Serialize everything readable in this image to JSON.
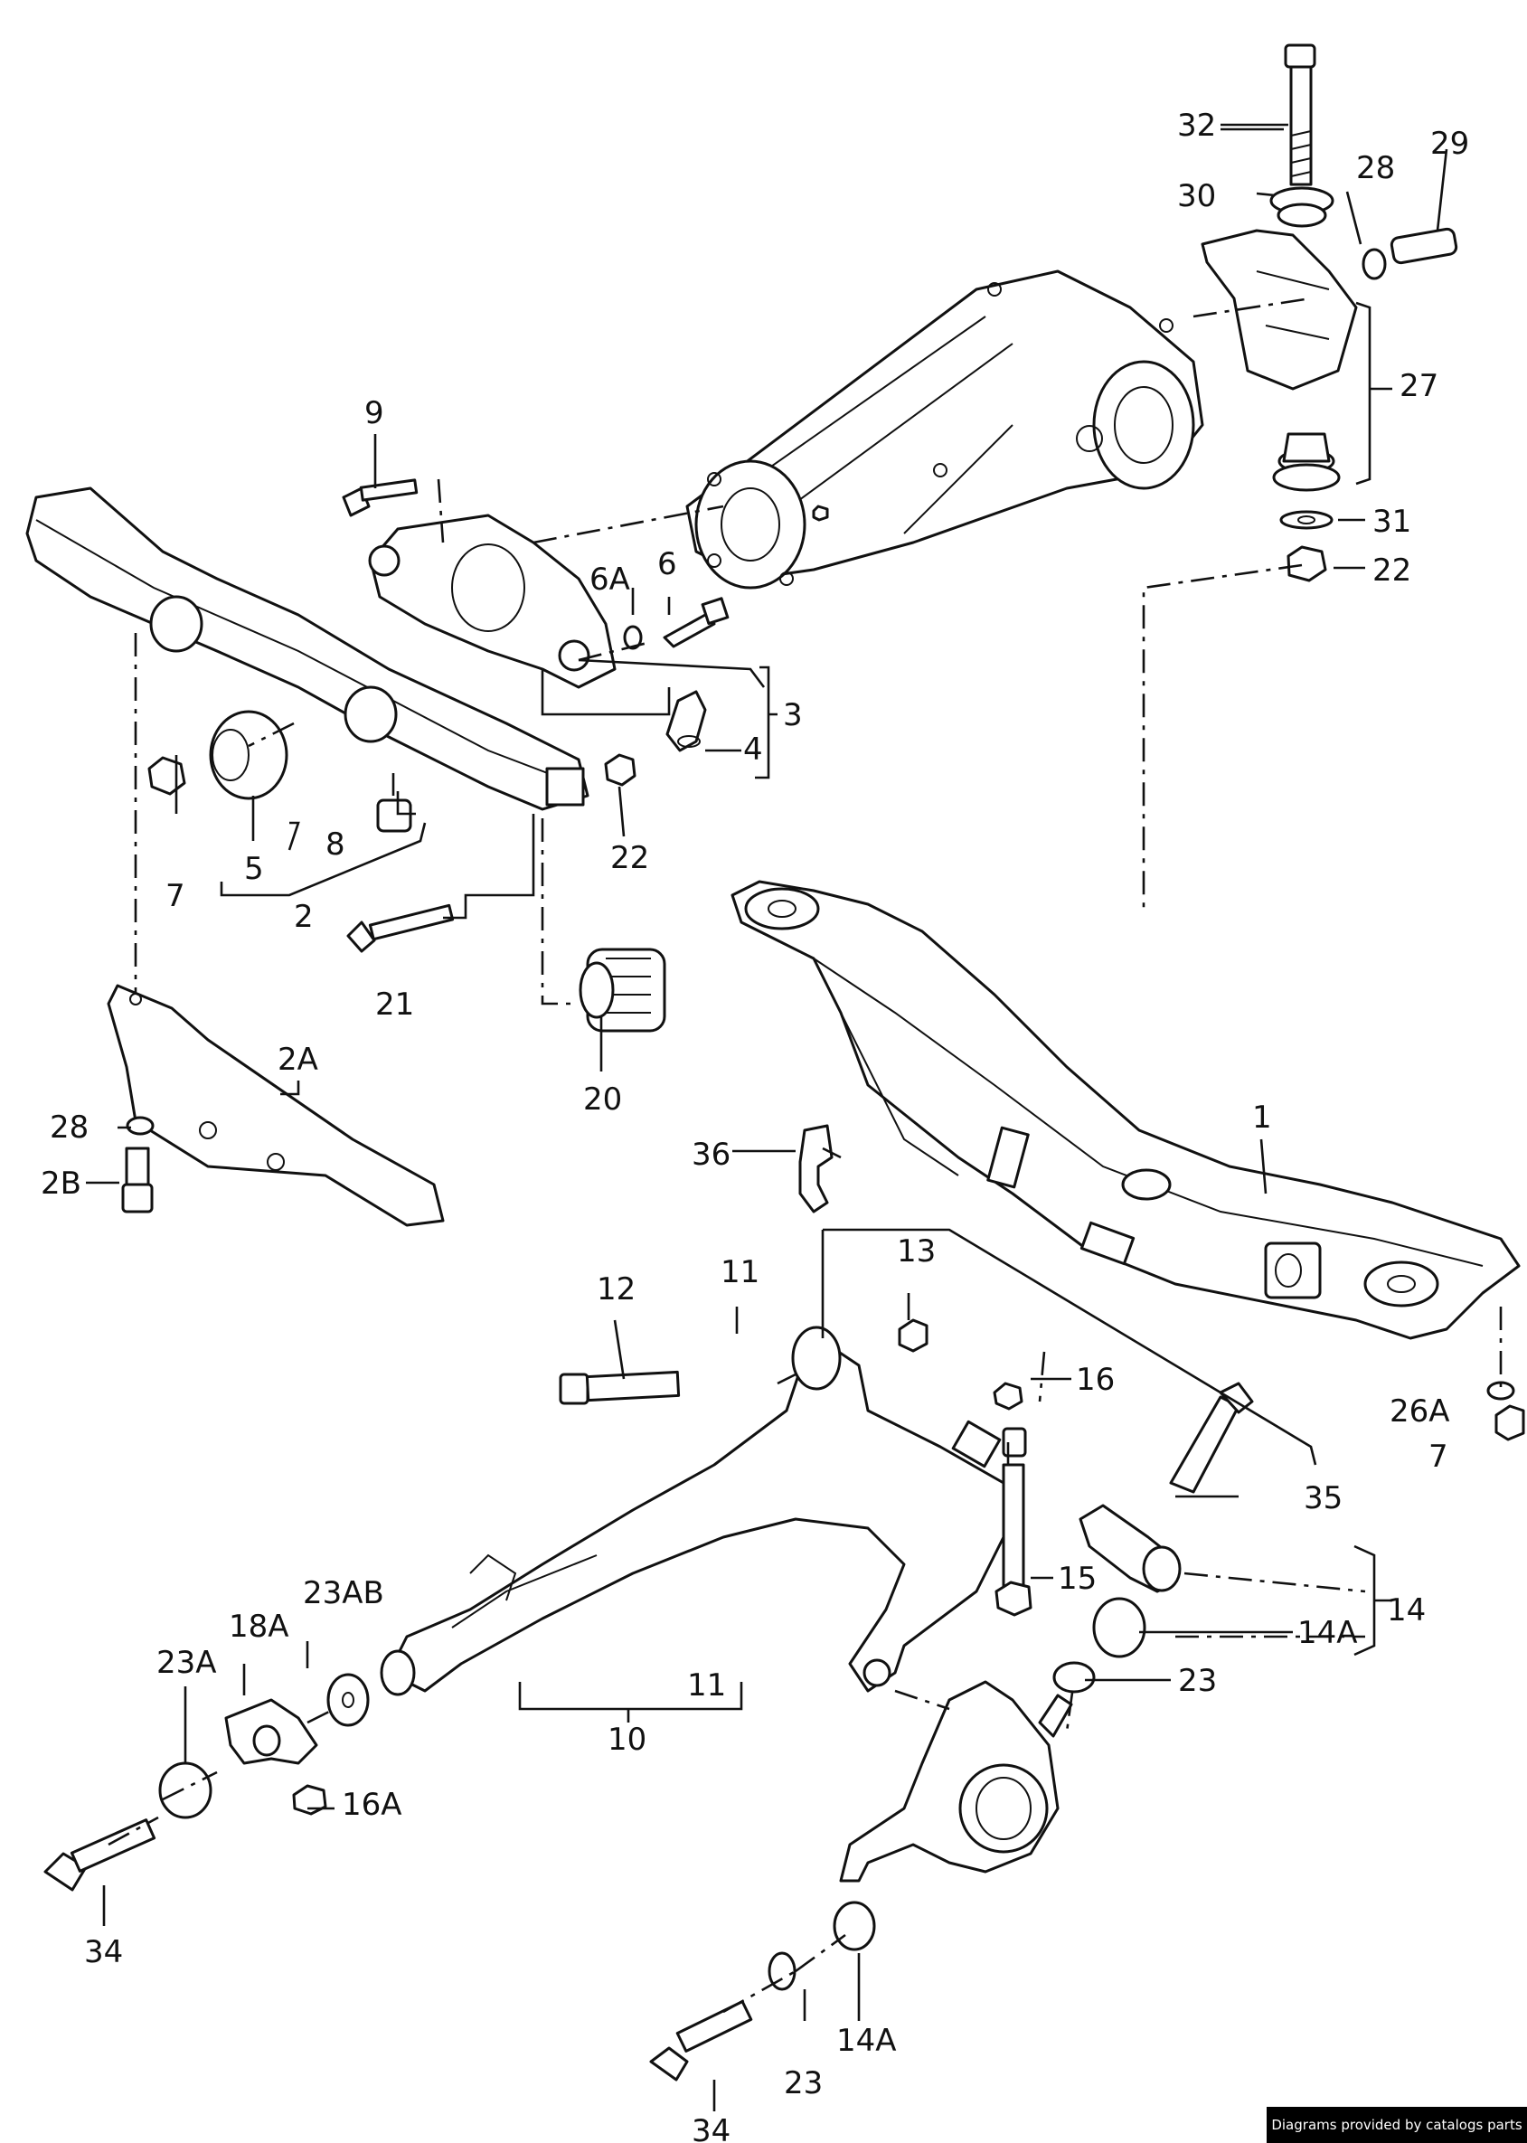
{
  "labels": {
    "l1": "1",
    "l2": "2",
    "l2A": "2A",
    "l2B": "2B",
    "l3": "3",
    "l4": "4",
    "l5": "5",
    "l6": "6",
    "l6A": "6A",
    "l7a": "7",
    "l7b": "7",
    "l8": "8",
    "l9": "9",
    "l10": "10",
    "l11a": "11",
    "l11b": "11",
    "l12": "12",
    "l13": "13",
    "l14": "14",
    "l14Aa": "14A",
    "l14Ab": "14A",
    "l15": "15",
    "l16": "16",
    "l16A": "16A",
    "l18A": "18A",
    "l20": "20",
    "l21": "21",
    "l22a": "22",
    "l22b": "22",
    "l23a": "23",
    "l23b": "23",
    "l23A": "23A",
    "l23AB": "23AB",
    "l26A": "26A",
    "l27": "27",
    "l28a": "28",
    "l28b": "28",
    "l29": "29",
    "l30": "30",
    "l31": "31",
    "l32": "32",
    "l34a": "34",
    "l34b": "34",
    "l35": "35",
    "l36": "36"
  },
  "credit": "Diagrams provided by catalogs parts"
}
